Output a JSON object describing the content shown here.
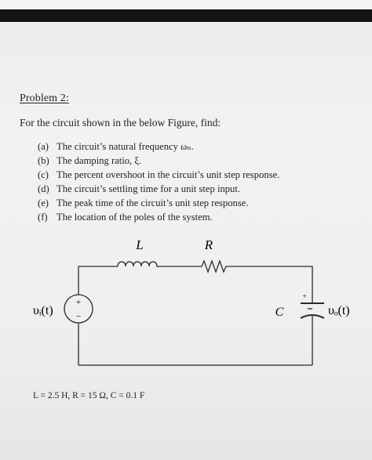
{
  "problem": {
    "title": "Problem 2:",
    "intro": "For the circuit shown in the below Figure, find:",
    "tasks": [
      {
        "label": "(a)",
        "text": "The circuit’s natural frequency ωₙ."
      },
      {
        "label": "(b)",
        "text": "The damping ratio, ξ."
      },
      {
        "label": "(c)",
        "text": "The percent overshoot in the circuit’s unit step response."
      },
      {
        "label": "(d)",
        "text": "The circuit’s settling time for a unit step input."
      },
      {
        "label": "(e)",
        "text": "The peak time of the circuit’s unit step response."
      },
      {
        "label": "(f)",
        "text": "The location of the poles of the system."
      }
    ]
  },
  "circuit": {
    "inductor_label": "L",
    "resistor_label": "R",
    "capacitor_label": "C",
    "source_label": "υᵢ(t)",
    "output_label": "υₒ(t)",
    "source_plus": "+",
    "source_minus": "−",
    "cap_plus": "+"
  },
  "values": "L = 2.5 H, R = 15 Ω, C = 0.1 F"
}
